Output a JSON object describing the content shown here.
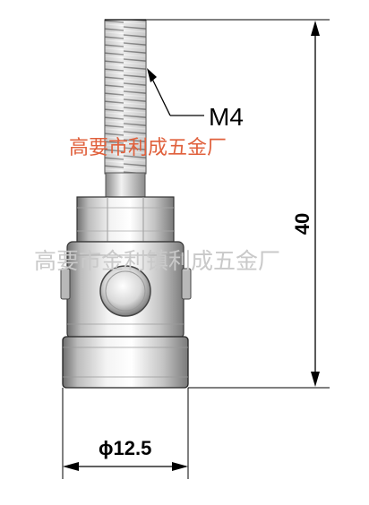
{
  "drawing": {
    "thread_label": "M4",
    "length_label": "40",
    "diameter_label": "ϕ12.5"
  },
  "watermarks": {
    "red_text": "高要市利成五金厂",
    "grey_text": "高要市金利镇利成五金厂"
  },
  "colors": {
    "line": "#000000",
    "metal_light": "#f4f4f4",
    "metal_mid": "#bdbdbd",
    "metal_dark": "#6e6e6e",
    "watermark_red": "#e0603c",
    "watermark_grey": "#c9c9c9"
  }
}
